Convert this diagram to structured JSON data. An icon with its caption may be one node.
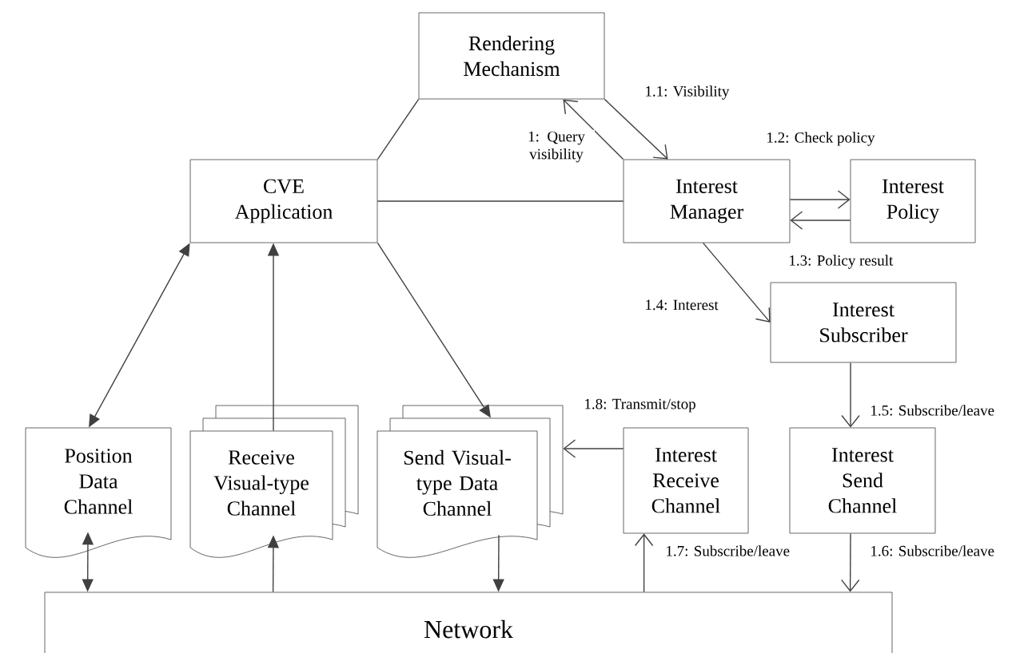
{
  "diagram": {
    "nodes": [
      {
        "text": [
          "Rendering Mechanism"
        ]
      },
      {
        "text": [
          "CVE Application"
        ]
      },
      {
        "text": [
          "Interest Manager"
        ]
      },
      {
        "text": [
          "Interest Policy"
        ]
      },
      {
        "text": [
          "Interest Subscriber"
        ]
      },
      {
        "text": [
          "Position Data Channel"
        ]
      },
      {
        "text": [
          "Receive Visual-type Channel"
        ]
      },
      {
        "text": [
          "Send Visual-type Data Channel"
        ]
      },
      {
        "text": [
          "Interest Receive Channel"
        ]
      },
      {
        "text": [
          "Interest Send Channel"
        ]
      },
      {
        "text": [
          "Network"
        ]
      }
    ],
    "edges": [
      {
        "from": 1,
        "to": 0,
        "arrow": "none"
      },
      {
        "from": 1,
        "to": 2,
        "arrow": "none"
      },
      {
        "from": 2,
        "to": 0,
        "arrow": "to",
        "label": "1: Query visibility"
      },
      {
        "from": 0,
        "to": 2,
        "arrow": "to",
        "label": "1.1: Visibility"
      },
      {
        "from": 2,
        "to": 3,
        "arrow": "to",
        "label": "1.2: Check policy"
      },
      {
        "from": 3,
        "to": 2,
        "arrow": "to",
        "label": "1.3: Policy result"
      },
      {
        "from": 2,
        "to": 4,
        "arrow": "to",
        "label": "1.4: Interest"
      },
      {
        "from": 4,
        "to": 9,
        "arrow": "to",
        "label": "1.5: Subscribe/leave"
      },
      {
        "from": 9,
        "to": 10,
        "arrow": "to",
        "label": "1.6: Subscribe/leave"
      },
      {
        "from": 10,
        "to": 8,
        "arrow": "to",
        "label": "1.7: Subscribe/leave"
      },
      {
        "from": 8,
        "to": 7,
        "arrow": "to",
        "label": "1.8: Transmit/stop"
      },
      {
        "from": 1,
        "to": 5,
        "arrow": "both"
      },
      {
        "from": 6,
        "to": 1,
        "arrow": "to"
      },
      {
        "from": 1,
        "to": 7,
        "arrow": "to"
      },
      {
        "from": 5,
        "to": 10,
        "arrow": "both"
      },
      {
        "from": 10,
        "to": 6,
        "arrow": "to"
      },
      {
        "from": 7,
        "to": 10,
        "arrow": "to"
      }
    ]
  }
}
